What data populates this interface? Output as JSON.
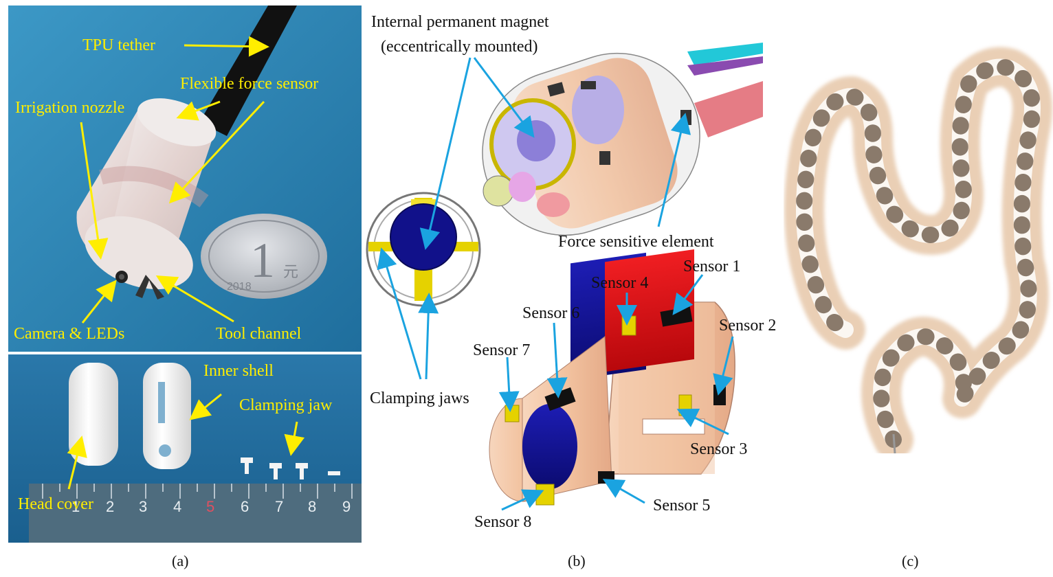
{
  "panel_a": {
    "tag": "(a)",
    "photo_top_labels": {
      "tether": "TPU tether",
      "force_sensor": "Flexible force sensor",
      "nozzle": "Irrigation nozzle",
      "camera": "Camera & LEDs",
      "tool": "Tool channel"
    },
    "photo_bottom_labels": {
      "inner_shell": "Inner shell",
      "clamping_jaw": "Clamping jaw",
      "head_cover": "Head cover"
    },
    "ruler_numbers": [
      "1",
      "2",
      "3",
      "4",
      "5",
      "6",
      "7",
      "8",
      "9"
    ],
    "coin_text": {
      "value": "1",
      "yuan": "元",
      "year": "2018"
    }
  },
  "panel_b": {
    "tag": "(b)",
    "labels": {
      "magnet_line1": "Internal permanent magnet",
      "magnet_line2": "(eccentrically mounted)",
      "force_element": "Force sensitive element",
      "clamping_jaws": "Clamping jaws",
      "sensor1": "Sensor 1",
      "sensor2": "Sensor 2",
      "sensor3": "Sensor 3",
      "sensor4": "Sensor 4",
      "sensor5": "Sensor 5",
      "sensor6": "Sensor 6",
      "sensor7": "Sensor 7",
      "sensor8": "Sensor 8"
    }
  },
  "panel_c": {
    "tag": "(c)"
  },
  "colors": {
    "photo_blue": "#2f86b7",
    "label_yellow": "#ffee00",
    "leader_blue": "#1aa3e0",
    "shell_peach": "#f4c9a6",
    "magnet_red": "#e0141a",
    "magnet_blue": "#12128c",
    "jaw_yellow": "#e8d800",
    "colon_tan": "#d9a97a"
  }
}
